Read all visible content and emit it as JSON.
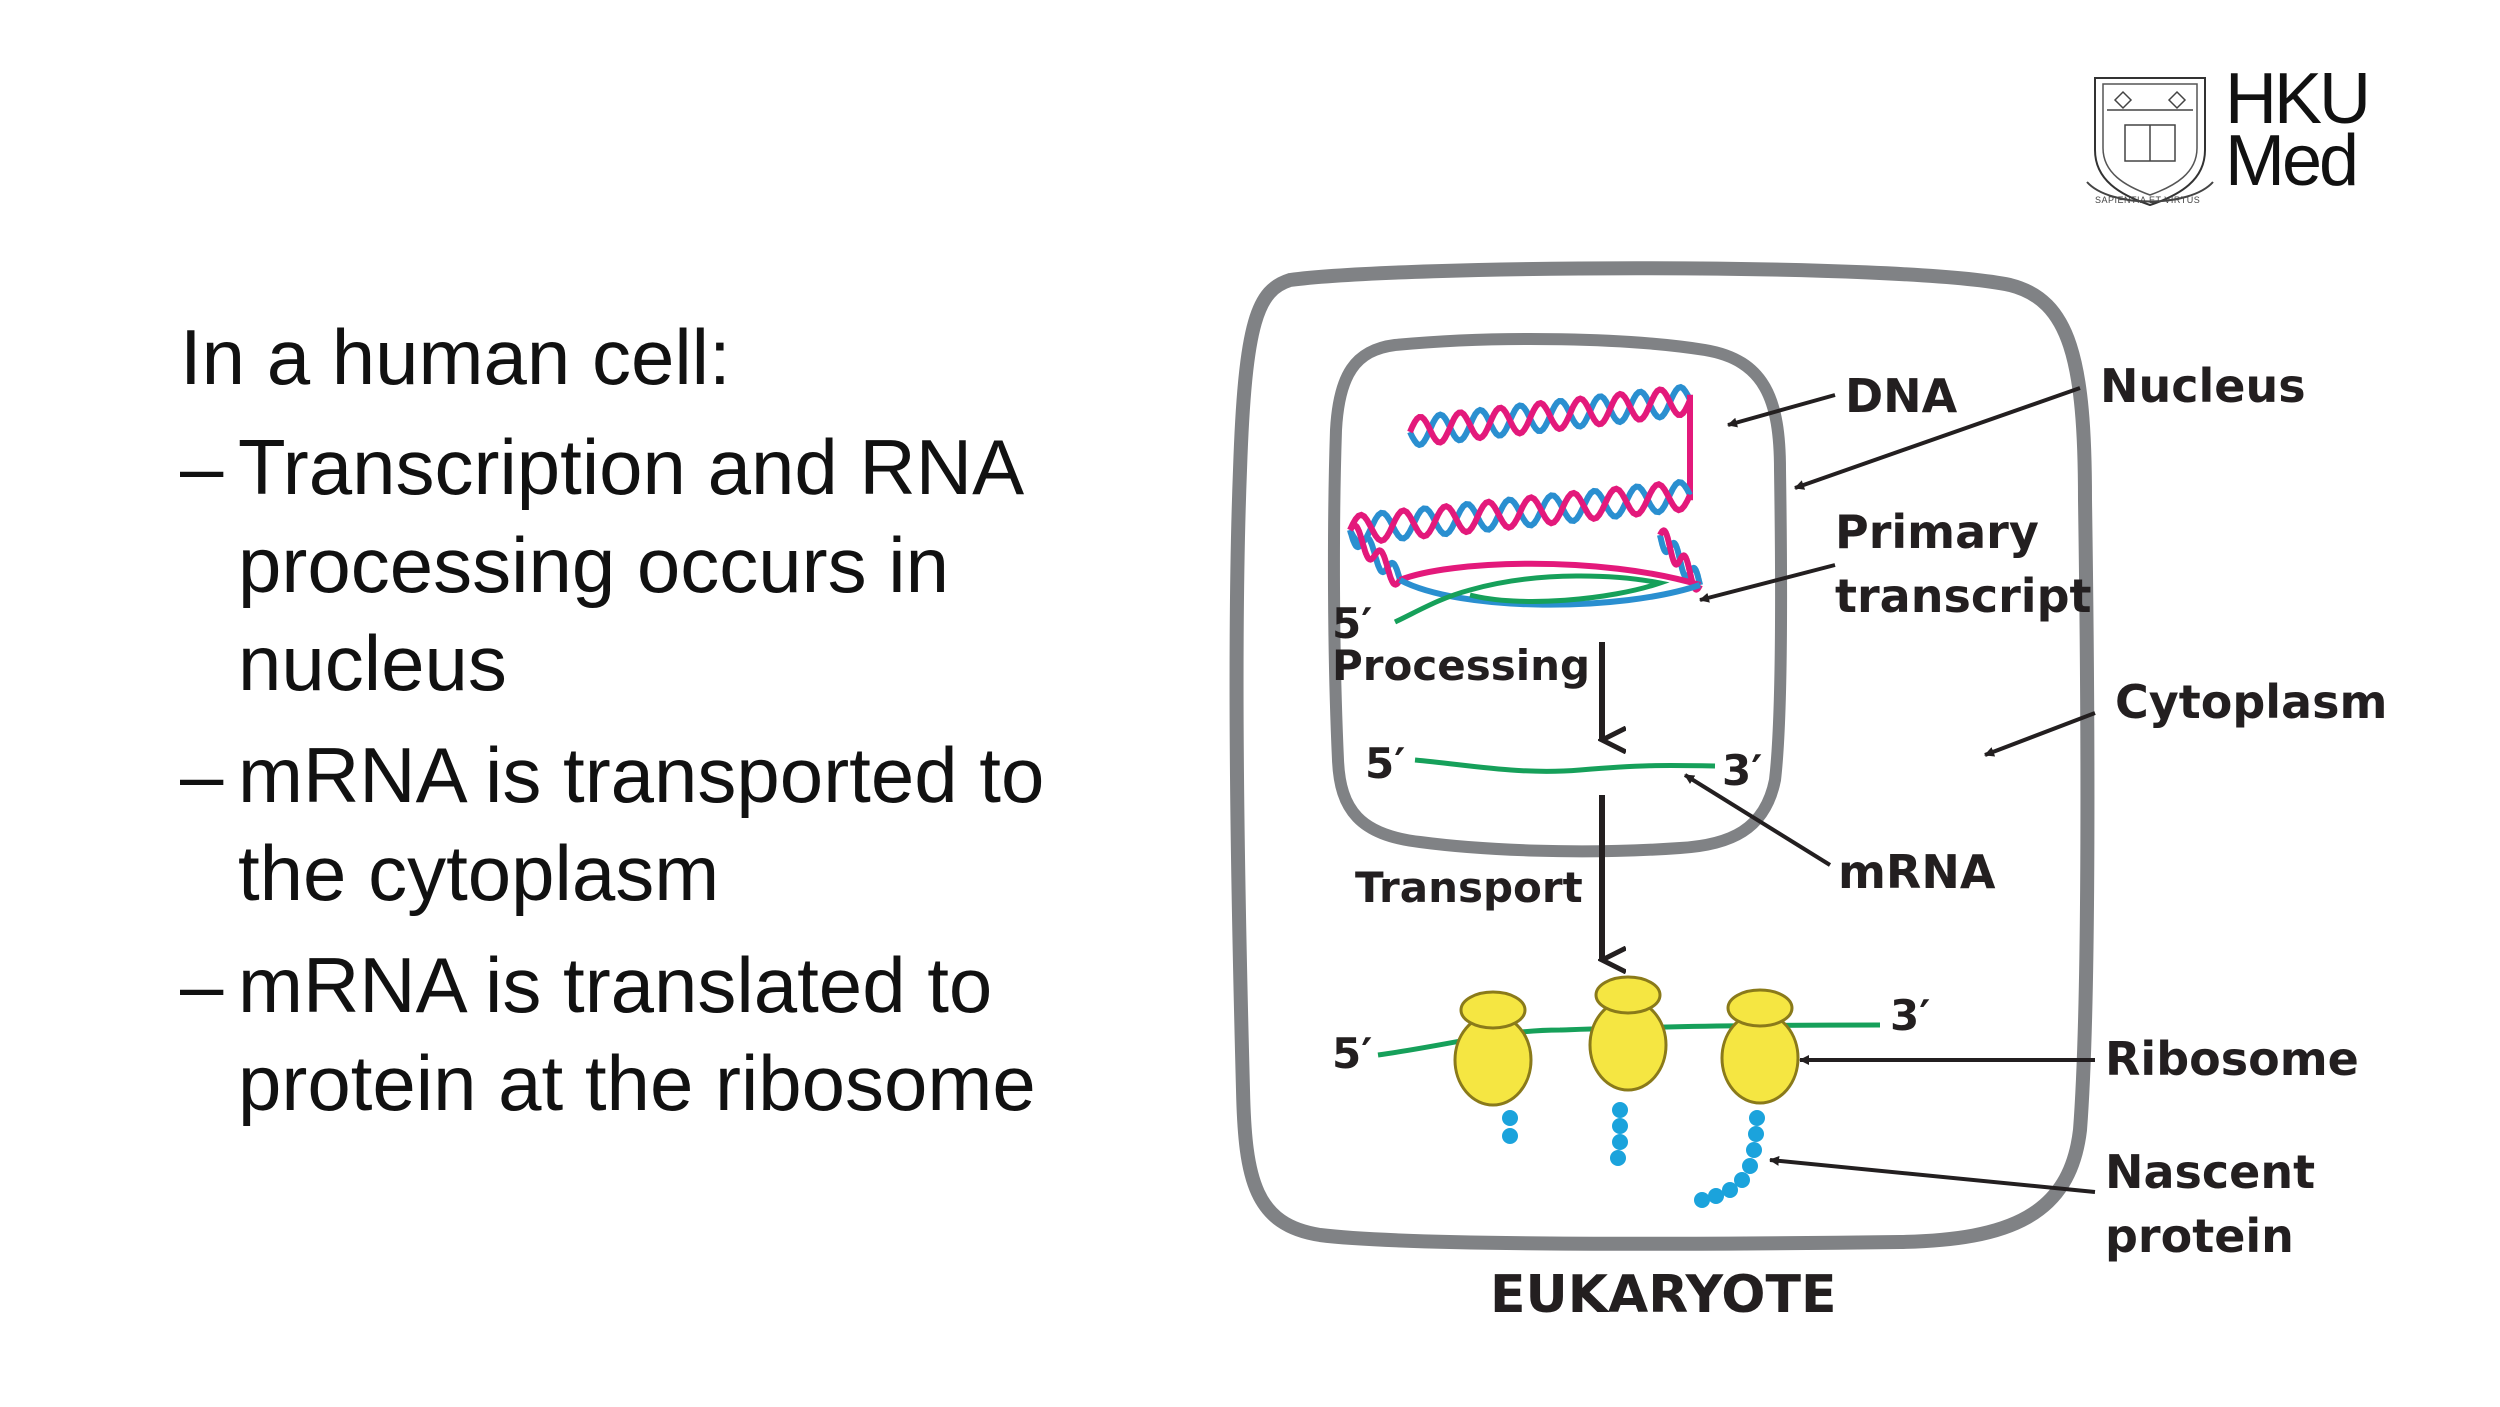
{
  "logo": {
    "brand_line1": "HKU",
    "brand_line2": "Med",
    "crest_motto": "SAPIENTIA ET VIRTUS"
  },
  "slide": {
    "intro": "In a human cell:",
    "bullet_marker": "–",
    "bullets": [
      {
        "line1": "Transcription and RNA",
        "line2": "processing occurs in",
        "line3": "nucleus"
      },
      {
        "line1": "mRNA is transported to",
        "line2": "the cytoplasm"
      },
      {
        "line1": "mRNA is translated to",
        "line2": "protein at the ribosome"
      }
    ]
  },
  "diagram": {
    "caption": "EUKARYOTE",
    "labels": {
      "dna": "DNA",
      "nucleus": "Nucleus",
      "primary_transcript_line1": "Primary",
      "primary_transcript_line2": "transcript",
      "processing": "Processing",
      "cytoplasm": "Cytoplasm",
      "mrna": "mRNA",
      "transport": "Transport",
      "ribosome": "Ribosome",
      "nascent_line1": "Nascent",
      "nascent_line2": "protein",
      "five_prime": "5′",
      "three_prime": "3′"
    },
    "colors": {
      "membrane": "#808285",
      "dna_strand_a": "#e3197b",
      "dna_strand_b": "#2a8fd0",
      "rna": "#16a05a",
      "ribosome_fill": "#f5e642",
      "ribosome_stroke": "#8a7a1a",
      "protein": "#1ba3dc",
      "arrow": "#231f20"
    }
  }
}
